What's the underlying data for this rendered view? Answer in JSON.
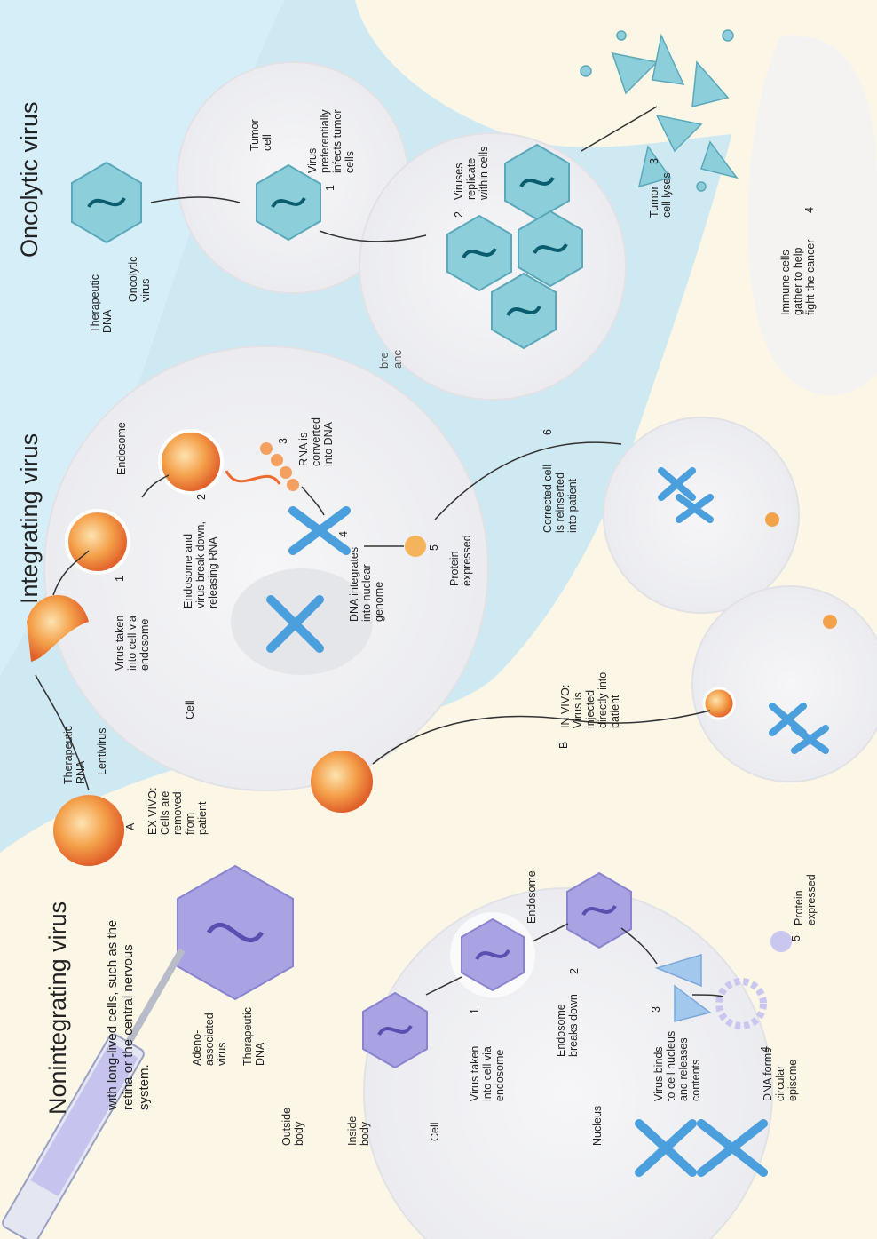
{
  "sections": {
    "nonintegrating": "Nonintegrating virus",
    "integrating": "Integrating virus",
    "oncolytic": "Oncolytic virus"
  },
  "nonintegrating": {
    "intro": "with long-lived cells, such as the\nretina or the central nervous\nsystem.",
    "aav_label": "Adeno-\nassociated\nvirus",
    "dna_label": "Therapeutic\nDNA",
    "outside_body": "Outside\nbody",
    "inside_body": "Inside\nbody",
    "cell": "Cell",
    "nucleus": "Nucleus",
    "endosome": "Endosome",
    "steps": [
      {
        "num": "1",
        "text": "Virus taken\ninto cell via\nendosome"
      },
      {
        "num": "2",
        "text": "Endosome\nbreaks down"
      },
      {
        "num": "3",
        "text": "Virus binds\nto cell nucleus\nand releases\ncontents"
      },
      {
        "num": "4",
        "text": "DNA forms\ncircular\nepisome"
      },
      {
        "num": "5",
        "text": "Protein\nexpressed"
      }
    ]
  },
  "integrating": {
    "rna_label": "Therapeutic\nRNA",
    "lentivirus_label": "Lentivirus",
    "ex_vivo": {
      "marker": "A",
      "text": "EX VIVO:\nCells are\nremoved\nfrom\npatient"
    },
    "in_vivo": {
      "marker": "B",
      "text": "IN VIVO:\nVirus is\ninjected\ndirectly into\npatient"
    },
    "cell": "Cell",
    "endosome": "Endosome",
    "steps": [
      {
        "num": "1",
        "text": "Virus taken\ninto cell via\nendosome"
      },
      {
        "num": "2",
        "text": "Endosome and\nvirus break down,\nreleasing RNA"
      },
      {
        "num": "3",
        "text": "RNA is\nconverted\ninto DNA"
      },
      {
        "num": "4",
        "text": "DNA integrates\ninto nuclear\ngenome"
      },
      {
        "num": "5",
        "text": "Protein\nexpressed"
      },
      {
        "num": "6",
        "text": "Corrected cell\nis reinserted\ninto patient"
      }
    ]
  },
  "oncolytic": {
    "dna_label": "Therapeutic\nDNA",
    "virus_label": "Oncolytic\nvirus",
    "tumor_cell": "Tumor\ncell",
    "steps": [
      {
        "num": "1",
        "text": "Virus\npreferentially\ninfects tumor\ncells"
      },
      {
        "num": "2",
        "text": "Viruses\nreplicate\nwithin cells"
      },
      {
        "num": "3",
        "text": "Tumor\ncell lyses"
      },
      {
        "num": "4",
        "text": "Immune cells\ngather to help\nfight the cancer"
      }
    ]
  },
  "cut_text": "bre\nanc",
  "colors": {
    "inside_body": "#fbf6e6",
    "outside_body": "#d6eef8",
    "cell_fill": "#f1f2f6",
    "aav": "#a9a3e4",
    "lentivirus": "#f08a3a",
    "oncolytic": "#8ccfdb",
    "chromosome": "#4a9fdc"
  }
}
